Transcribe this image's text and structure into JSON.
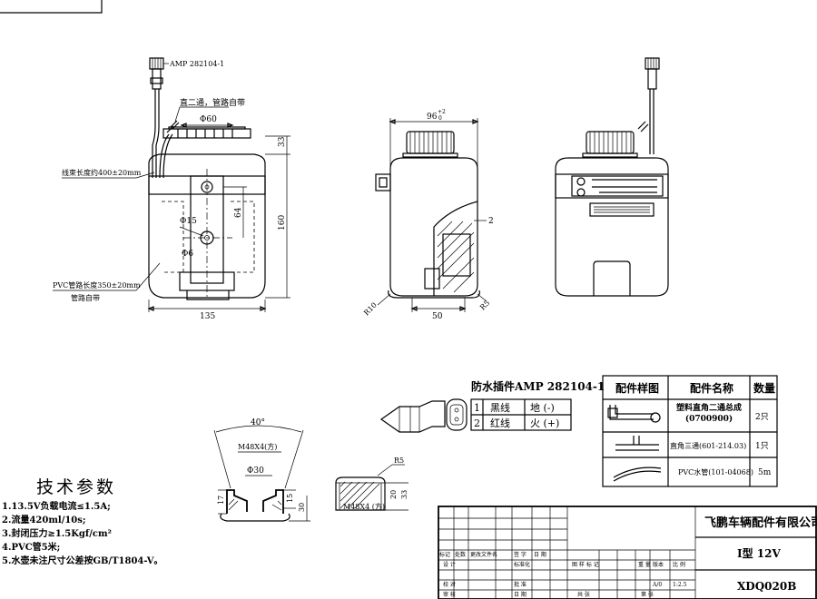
{
  "views": {
    "connector_callout": "AMP 282104-1",
    "tee_note": "直二通，管路自带",
    "dia_60": "Φ60",
    "harness_length": "线束长度约400±20mm",
    "pvc_length": "PVC管路长度350±20mm",
    "pvc_note": "管路自带",
    "dim_33": "33",
    "dim_160": "160",
    "dim_64": "64",
    "dia_15": "Φ15",
    "dia_6": "Φ6",
    "dim_135": "135",
    "dim_96_base": "96",
    "dim_96_tol": "+2",
    "dim_96_tol_low": "0",
    "dim_2": "2",
    "dim_50": "50",
    "r10": "R10",
    "r5_small": "R5",
    "cap_angle": "40°",
    "cap_thread": "M48X4(方)",
    "cap_dia30": "Φ30",
    "dim_17": "17",
    "dim_15b": "15",
    "dim_30": "30",
    "cap2_r5": "R5",
    "cap2_thread": "M48X4 (方)",
    "cap2_dim_a": "20",
    "cap2_dim_b": "33"
  },
  "connector_table": {
    "title": "防水插件AMP 282104-1",
    "rows": [
      {
        "pin": "1",
        "wire": "黑线",
        "func": "地 (-)"
      },
      {
        "pin": "2",
        "wire": "红线",
        "func": "火 (+)"
      }
    ]
  },
  "parts_table": {
    "headers": [
      "配件样图",
      "配件名称",
      "数量"
    ],
    "rows": [
      {
        "name": "塑料直角二通总成 (0700900)",
        "qty": "2只"
      },
      {
        "name": "直角三通(601-214.03)",
        "qty": "1只"
      },
      {
        "name": "PVC水管(101-04068)",
        "qty": "5m"
      }
    ]
  },
  "tech": {
    "title": "技术参数",
    "items": [
      "1.13.5V负载电流≤1.5A;",
      "2.流量420ml/10s;",
      "3.封闭压力≥1.5Kgf/cm²",
      "4.PVC管5米;",
      "5.水壶未注尺寸公差按GB/T1804-V。"
    ]
  },
  "title_block": {
    "company": "飞鹏车辆配件有限公司",
    "model": "I型 12V",
    "code": "XDQ020B",
    "row_labels": [
      "标记",
      "处数",
      "更改文件名",
      "签 字",
      "日 期"
    ],
    "design": "设 计",
    "standard": "标准化",
    "check": "校 对",
    "approve": "批 准",
    "review": "审 核",
    "date": "日 期",
    "stage_label": "图 样 标 记",
    "weight_label": "重 量",
    "ver_label": "版本",
    "scale_label": "比 例",
    "ver": "A/0",
    "scale": "1:2.5",
    "sheets": "共 张",
    "sheet": "第 张"
  }
}
